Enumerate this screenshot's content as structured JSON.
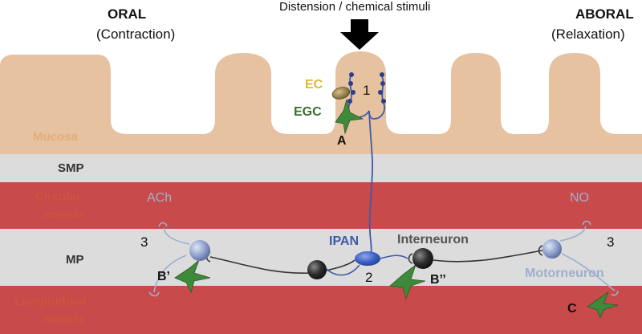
{
  "header": {
    "oral": "ORAL",
    "oral_sub": "(Contraction)",
    "aboral": "ABORAL",
    "aboral_sub": "(Relaxation)",
    "stimulus": "Distension / chemical stimuli"
  },
  "layers": {
    "mucosa": "Mucosa",
    "smp": "SMP",
    "circular_1": "Circular",
    "circular_2": "muscle",
    "mp": "MP",
    "longitudinal_1": "Longitudinal",
    "longitudinal_2": "muscle"
  },
  "labels": {
    "ec": "EC",
    "egc": "EGC",
    "step1": "1",
    "step2": "2",
    "step3_left": "3",
    "step3_right": "3",
    "a": "A",
    "b_prime": "B’",
    "b_dprime": "B’’",
    "c": "C",
    "ach": "ACh",
    "no": "NO",
    "ipan": "IPAN",
    "interneuron": "Interneuron",
    "motorneuron": "Motorneuron"
  },
  "colors": {
    "mucosa": "#e6c2a0",
    "smp": "#dcdcdc",
    "muscle": "#c94a4a",
    "mp": "#dcdcdc",
    "mucosa_label": "#e3ad7d",
    "muscle_label": "#c9553f",
    "neuron_blue": "#3f5aa8",
    "light_blue": "#9fafd0",
    "ec": "#e0b82e",
    "egc": "#3a6e2c",
    "glia": "#3e8a3a"
  }
}
